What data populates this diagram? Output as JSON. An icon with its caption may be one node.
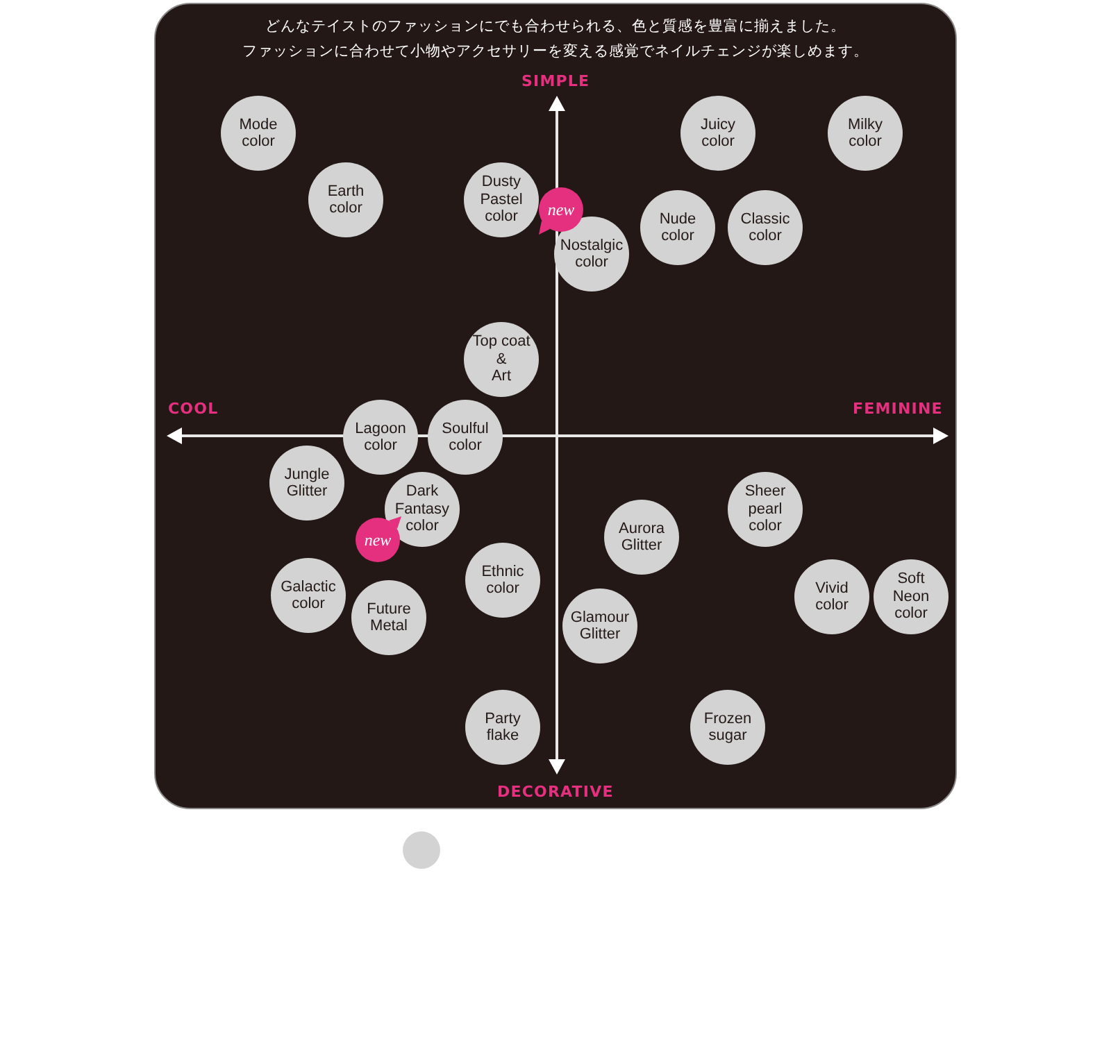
{
  "diagram": {
    "nodes": [
      {
        "text": [
          "どんなテイストのファッションにでも合わせられる、色と質感を豊富に揃えました。",
          "ファッションに合わせて小物やアクセサリーを変える感覚でネイルチェンジが楽しめます。"
        ]
      },
      {
        "text": [
          "Mode color"
        ],
        "in": 0
      },
      {
        "text": [
          "Juicy color"
        ],
        "in": 0
      },
      {
        "text": [
          "Milky color"
        ],
        "in": 0
      },
      {
        "text": [
          "Earth color"
        ],
        "in": 0
      },
      {
        "text": [
          "Dusty Pastel color"
        ],
        "in": 0
      },
      {
        "text": [
          "new"
        ],
        "in": 0
      },
      {
        "text": [
          "Nude color"
        ],
        "in": 0
      },
      {
        "text": [
          "Classic color"
        ],
        "in": 0
      },
      {
        "text": [
          "Nostalgic color"
        ],
        "in": 0
      },
      {
        "text": [
          "Top coat & Art"
        ],
        "in": 0
      },
      {
        "text": [
          "Lagoon color"
        ],
        "in": 0
      },
      {
        "text": [
          "Soulful color"
        ],
        "in": 0
      },
      {
        "text": [
          "Jungle Glitter"
        ],
        "in": 0
      },
      {
        "text": [
          "Sheer pearl color"
        ],
        "in": 0
      },
      {
        "text": [
          "Dark Fantasy color"
        ],
        "in": 0
      },
      {
        "text": [
          "new"
        ],
        "in": 0
      },
      {
        "text": [
          "Aurora Glitter"
        ],
        "in": 0
      },
      {
        "text": [
          "Galactic color"
        ],
        "in": 0
      },
      {
        "text": [
          "Ethnic color"
        ],
        "in": 0
      },
      {
        "text": [
          "Vivid color"
        ],
        "in": 0
      },
      {
        "text": [
          "Soft Neon color"
        ],
        "in": 0
      },
      {
        "text": [
          "Future Metal"
        ],
        "in": 0
      },
      {
        "text": [
          "Glamour Glitter"
        ],
        "in": 0
      },
      {
        "text": [
          "Party flake"
        ],
        "in": 0
      },
      {
        "text": [
          "Frozen sugar"
        ],
        "in": 0
      },
      {
        "text": [],
        "shape": "circle"
      }
    ],
    "labels": [
      "SIMPLE",
      "COOL",
      "FEMININE",
      "DECORATIVE"
    ]
  }
}
